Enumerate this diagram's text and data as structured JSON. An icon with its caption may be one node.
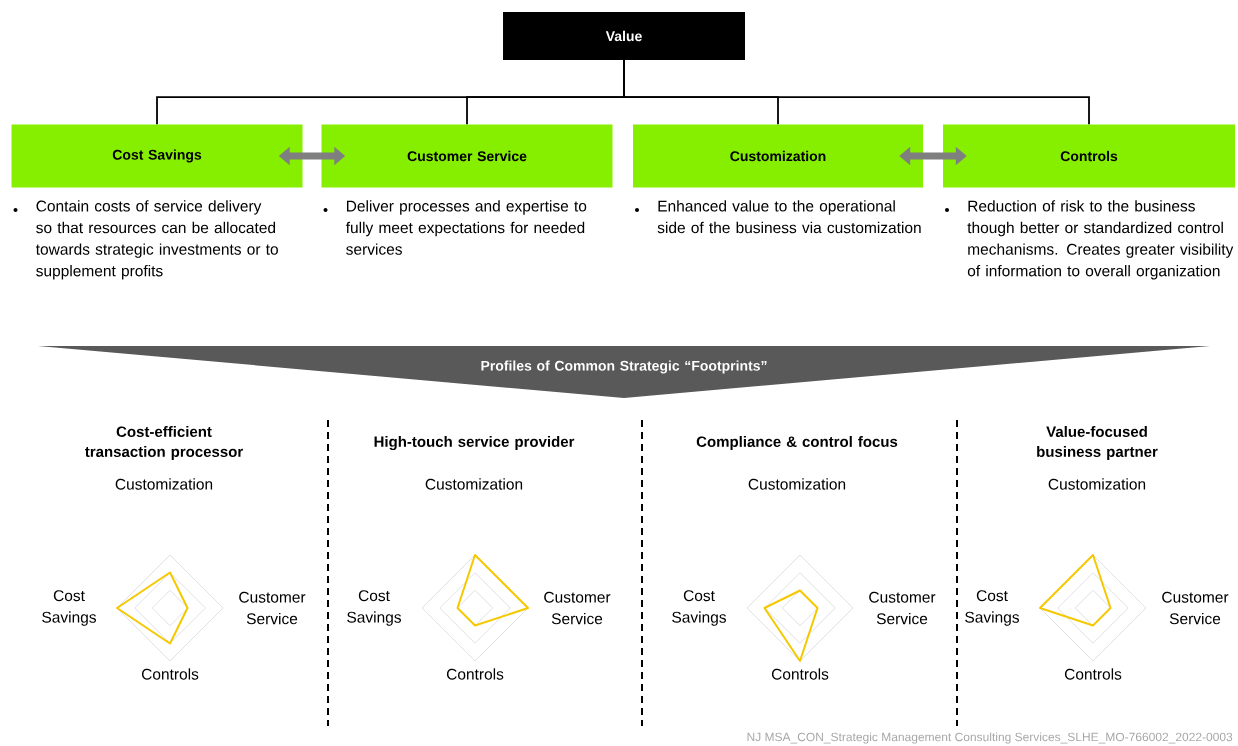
{
  "diagram": {
    "nodes": [
      {
        "text": [
          "Value"
        ]
      },
      {
        "text": [
          "Cost Savings"
        ],
        "beside": [
          "Contain costs of service delivery so that resources can be allocated towards strategic investments or to supplement profits"
        ]
      },
      {
        "text": [
          "Customer Service"
        ],
        "beside": [
          "Deliver processes and expertise to fully meet expectations for needed services"
        ]
      },
      {
        "text": [
          "Customization"
        ],
        "beside": [
          "Enhanced value to the operational side of the business via customization"
        ]
      },
      {
        "text": [
          "Controls"
        ],
        "beside": [
          "Reduction of risk to the business though better or standardized control mechanisms. Creates greater visibility of information to overall organization"
        ]
      },
      {
        "text": [
          "Profiles of Common Strategic “Footprints”"
        ]
      }
    ],
    "edges": [
      {
        "from": 0,
        "to": 1,
        "arrow": "none"
      },
      {
        "from": 0,
        "to": 2,
        "arrow": "none"
      },
      {
        "from": 0,
        "to": 3,
        "arrow": "none"
      },
      {
        "from": 0,
        "to": 4,
        "arrow": "none"
      },
      {
        "from": 1,
        "to": 2,
        "arrow": "both",
        "style": "thick",
        "color": "#7f7f7f"
      },
      {
        "from": 3,
        "to": 4,
        "arrow": "both",
        "style": "thick",
        "color": "#7f7f7f"
      }
    ],
    "labels": [
      "Cost-efficient transaction processor",
      "Customization",
      "Cost Savings",
      "Customer Service",
      "Controls",
      "High-touch service provider",
      "Customization",
      "Cost Savings",
      "Customer Service",
      "Controls",
      "Compliance & control focus",
      "Customization",
      "Cost Savings",
      "Customer Service",
      "Controls",
      "Value-focused business partner",
      "Customization",
      "Cost Savings",
      "Customer Service",
      "Controls",
      "NJ MSA_CON_Strategic Management Consulting Services_SLHE_MO-766002_2022-0003"
    ]
  }
}
